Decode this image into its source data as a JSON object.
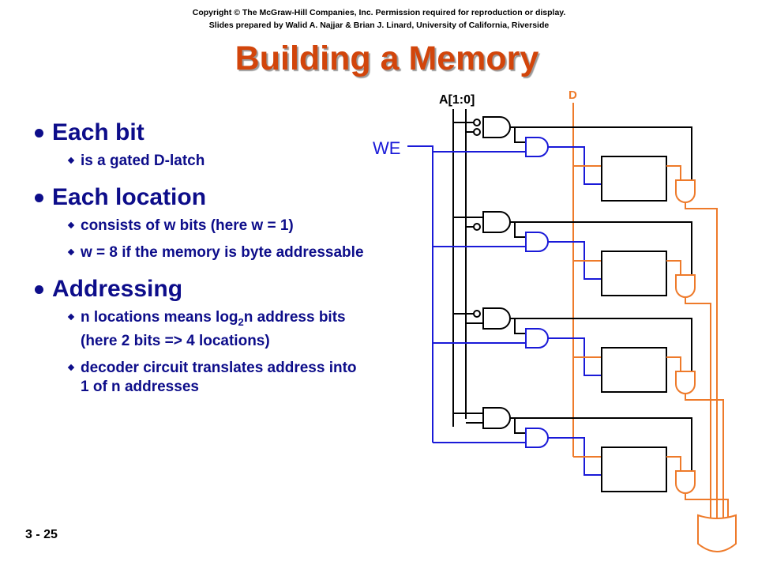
{
  "header": {
    "copyright_line1": "Copyright © The McGraw-Hill Companies, Inc. Permission required for reproduction or display.",
    "copyright_line2": "Slides prepared by Walid A. Najjar & Brian J. Linard, University of California, Riverside"
  },
  "title": "Building a Memory",
  "bullets": {
    "b1": {
      "text": "Each bit",
      "subs": [
        "is a gated D-latch"
      ]
    },
    "b2": {
      "text": "Each location",
      "subs": [
        "consists of w bits (here w = 1)",
        "w = 8 if the memory is byte addressable"
      ]
    },
    "b3": {
      "text": "Addressing",
      "sub1_pre": "n locations means log",
      "sub1_subscript": "2",
      "sub1_post": "n address bits (here 2 bits => 4 locations)",
      "sub2": "decoder circuit translates address into 1 of n addresses"
    }
  },
  "diagram": {
    "address_label": "A[1:0]",
    "data_label": "D",
    "write_enable_label": "WE",
    "colors": {
      "address_wires": "#000000",
      "we_wires": "#1a1ad8",
      "data_wires": "#ee7a2a",
      "we_label": "#1a1ad8",
      "d_label": "#ee7a2a"
    }
  },
  "footer": {
    "page_number": "3 - 25"
  }
}
